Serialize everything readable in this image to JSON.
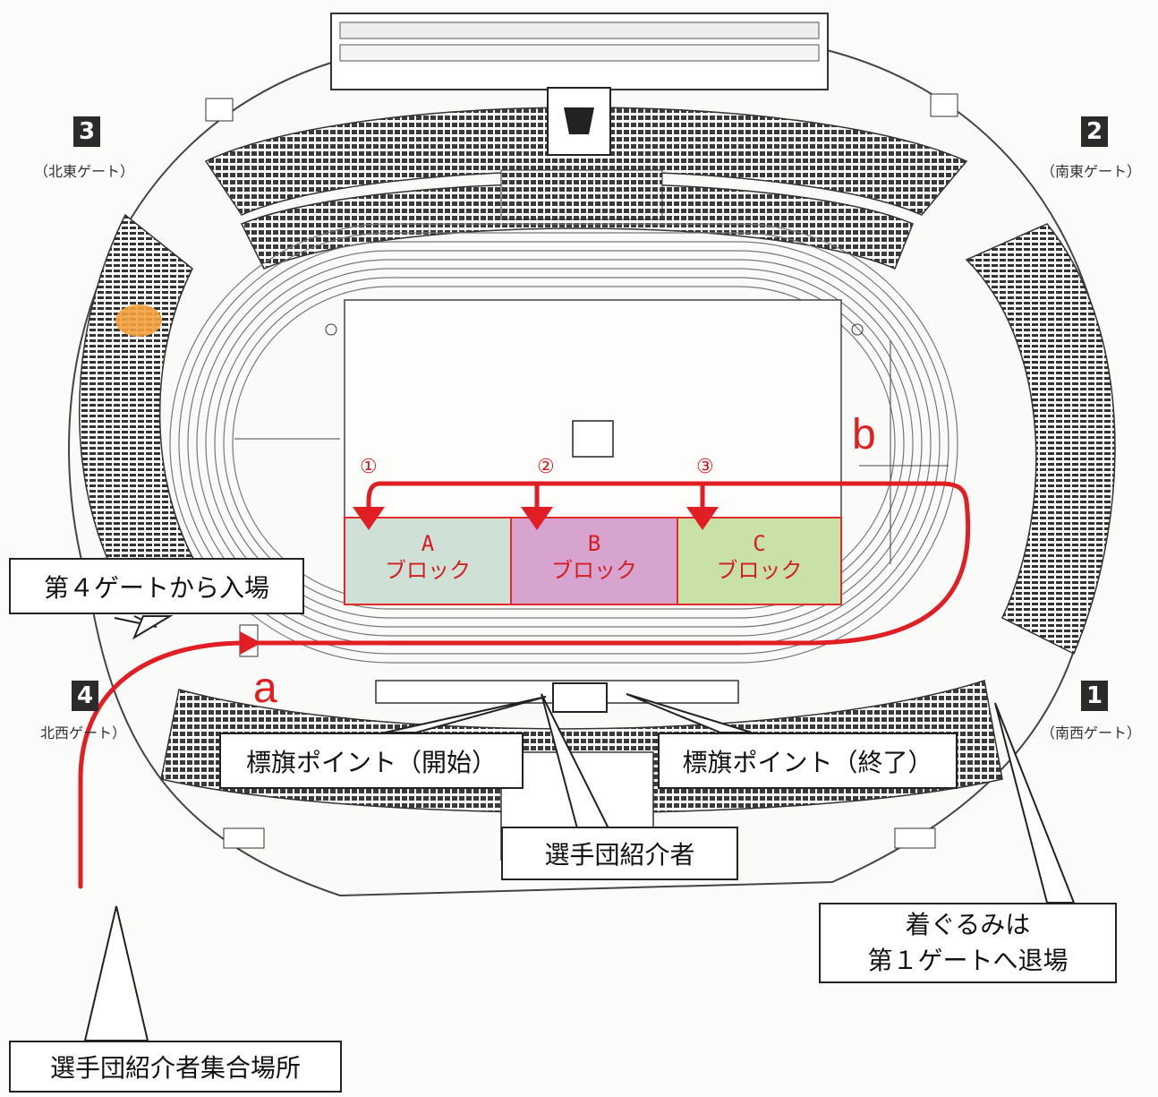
{
  "gates": [
    {
      "number": "3",
      "name": "（北東ゲート）"
    },
    {
      "number": "2",
      "name": "（南東ゲート）"
    },
    {
      "number": "4",
      "name": "北西ゲート）"
    },
    {
      "number": "1",
      "name": "（南西ゲート）"
    }
  ],
  "blocks": [
    {
      "letter": "A",
      "label": "ブロック",
      "order": "①",
      "fill": "#cfe0d6"
    },
    {
      "letter": "B",
      "label": "ブロック",
      "order": "②",
      "fill": "#d7a4d0"
    },
    {
      "letter": "C",
      "label": "ブロック",
      "order": "③",
      "fill": "#c9e1a7"
    }
  ],
  "route_points": {
    "start": "a",
    "turn": "b"
  },
  "callouts": {
    "entry": "第４ゲートから入場",
    "flag_start": "標旗ポイント（開始）",
    "flag_end": "標旗ポイント（終了）",
    "introducer": "選手団紹介者",
    "mascot_exit_line1": "着ぐるみは",
    "mascot_exit_line2": "第１ゲートへ退場",
    "assembly": "選手団紹介者集合場所"
  },
  "colors": {
    "route": "#e01e24",
    "highlight": "#f5a13c",
    "block_border": "#e32a2a"
  },
  "icons": [
    "stadium-map-icon",
    "route-arrow-icon"
  ]
}
